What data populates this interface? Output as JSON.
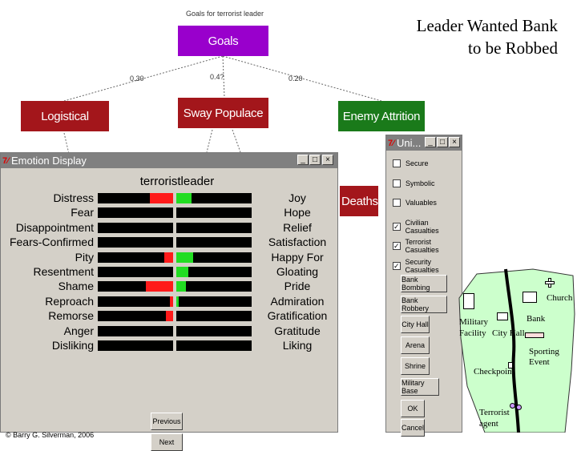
{
  "slide": {
    "title_line1": "Leader Wanted Bank",
    "title_line2": "to be Robbed",
    "copyright": "© Barry G. Silverman, 2006"
  },
  "goal_tree": {
    "caption": "Goals for terrorist leader",
    "root": "Goals",
    "children": [
      "Logistical",
      "Sway Populace",
      "Enemy Attrition"
    ],
    "weights": [
      "0.30",
      "0.4?",
      "0.20"
    ],
    "partial_node": "Deaths",
    "colors": {
      "root": "#9900cc",
      "logistical": "#a3161b",
      "sway": "#a3161b",
      "attrition": "#1a7a1a"
    }
  },
  "emotion_window": {
    "title": "Emotion Display",
    "agent": "terroristleader",
    "buttons": {
      "previous": "Previous",
      "next": "Next"
    },
    "left_emotions": [
      "Distress",
      "Fear",
      "Disappointment",
      "Fears-Confirmed",
      "Pity",
      "Resentment",
      "Shame",
      "Reproach",
      "Remorse",
      "Anger",
      "Disliking"
    ],
    "right_emotions": [
      "Joy",
      "Hope",
      "Relief",
      "Satisfaction",
      "Happy For",
      "Gloating",
      "Pride",
      "Admiration",
      "Gratification",
      "Gratitude",
      "Liking"
    ],
    "left_levels": [
      0.31,
      0,
      0,
      0,
      0.12,
      0,
      0.36,
      0.04,
      0.1,
      0,
      0
    ],
    "right_levels": [
      0.2,
      0,
      0,
      0,
      0.22,
      0.16,
      0.13,
      0.03,
      0,
      0,
      0
    ]
  },
  "unit_window": {
    "title": "Uni...",
    "checkboxes": [
      {
        "label": "Secure",
        "checked": false
      },
      {
        "label": "Symbolic",
        "checked": false
      },
      {
        "label": "Valuables",
        "checked": false
      },
      {
        "label": "Civilian Casualties",
        "checked": true
      },
      {
        "label": "Terrorist Casualties",
        "checked": true
      },
      {
        "label": "Security Casualties",
        "checked": true
      }
    ],
    "buttons": [
      "Bank Bombing",
      "Bank Robbery",
      "City Hall",
      "Arena",
      "Shrine",
      "Military Base",
      "OK",
      "Cancel"
    ]
  },
  "map": {
    "labels": {
      "church": "Church",
      "bank": "Bank",
      "military": "Military",
      "facility": "Facility",
      "cityhall": "City Hall",
      "sporting": "Sporting",
      "event": "Event",
      "checkpoint": "Checkpoint",
      "terrorist": "Terrorist",
      "agent": "agent"
    }
  }
}
